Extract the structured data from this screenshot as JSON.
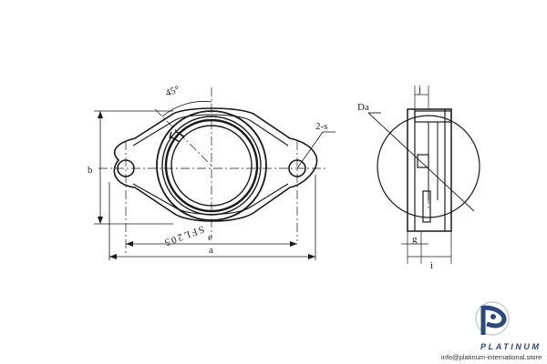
{
  "dimensions": {
    "angle": "45°",
    "holes": "2-s",
    "da": "Da",
    "b": "b",
    "e": "e",
    "a": "a",
    "j": "j",
    "g": "g",
    "i": "i"
  },
  "housing_marking": "SFL205",
  "brand": {
    "name": "PLATINUM",
    "url": "info@platinum-international.store",
    "color": "#2b4a7a"
  }
}
